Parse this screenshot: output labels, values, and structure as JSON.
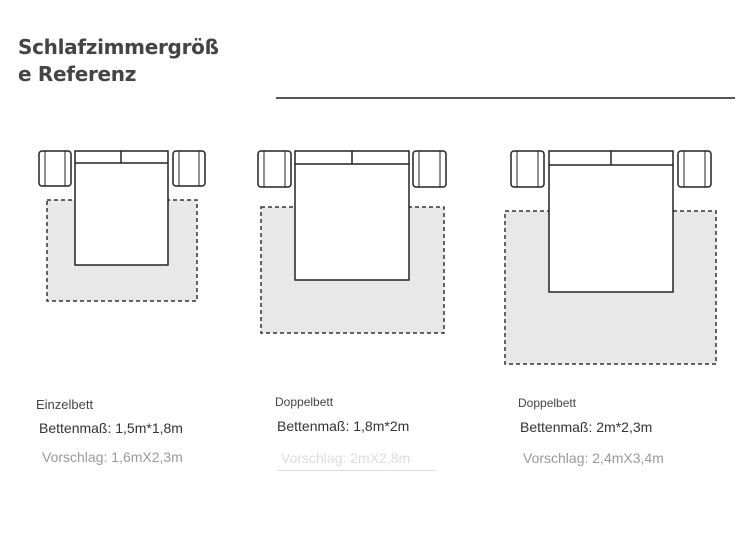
{
  "header": {
    "title_line1": "Schlafzimmergröß",
    "title_line2": "e Referenz"
  },
  "colors": {
    "rug_fill": "#e8e8e8",
    "line": "#222222",
    "dash": "#333333",
    "rule": "#555555"
  },
  "panels": [
    {
      "caption": "Einzelbett",
      "bed_size": "Bettenmaß: 1,5m*1,8m",
      "recommendation": "Vorschlag: 1,6mX2,3m"
    },
    {
      "caption": "Doppelbett",
      "bed_size": "Bettenmaß: 1,8m*2m",
      "recommendation": "Vorschlag: 2mX2,8m"
    },
    {
      "caption": "Doppelbett",
      "bed_size": "Bettenmaß: 2m*2,3m",
      "recommendation": "Vorschlag: 2,4mX3,4m"
    }
  ]
}
